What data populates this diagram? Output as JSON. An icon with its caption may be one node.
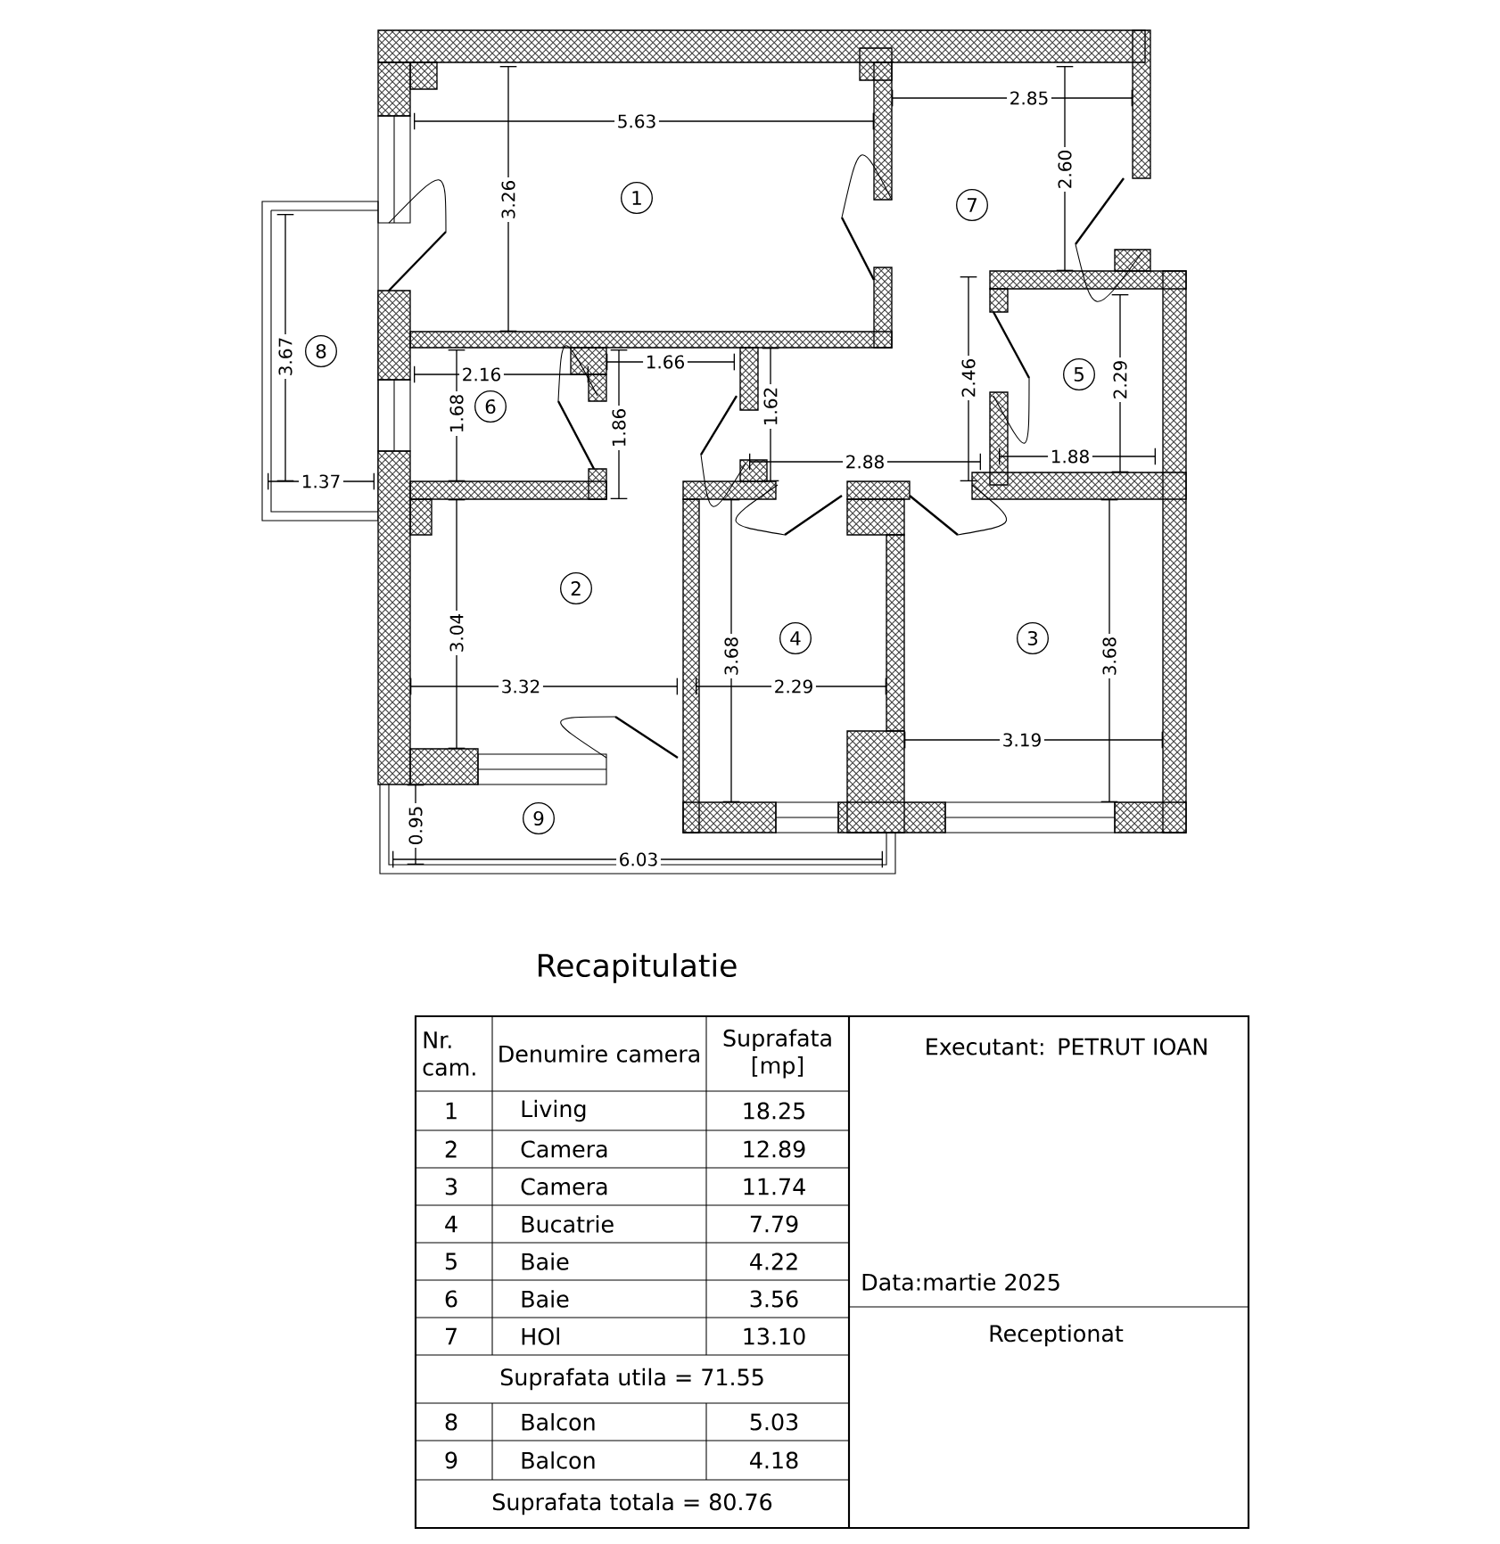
{
  "diagram": {
    "title": "Recapitulatie",
    "nodes": [
      {
        "text": [
          "1"
        ]
      },
      {
        "text": [
          "7"
        ]
      },
      {
        "text": [
          "8"
        ]
      },
      {
        "text": [
          "5"
        ]
      },
      {
        "text": [
          "6"
        ]
      },
      {
        "text": [
          "2"
        ]
      },
      {
        "text": [
          "4"
        ]
      },
      {
        "text": [
          "3"
        ]
      },
      {
        "text": [
          "9"
        ]
      }
    ],
    "labels": [
      "5.63",
      "2.85",
      "3.26",
      "2.60",
      "3.67",
      "2.16",
      "1.66",
      "1.68",
      "1.86",
      "1.62",
      "2.46",
      "2.29",
      "2.88",
      "1.88",
      "1.37",
      "3.04",
      "3.68",
      "3.68",
      "3.32",
      "2.29",
      "3.19",
      "0.95",
      "6.03",
      "Nr. cam.",
      "Denumire camera",
      "Suprafata [mp]",
      "Executant: PETRUT IOAN",
      "1",
      "Living",
      "18.25",
      "2",
      "Camera",
      "12.89",
      "3",
      "Camera",
      "11.74",
      "4",
      "Bucatrie",
      "7.79",
      "5",
      "Baie",
      "4.22",
      "6",
      "Baie",
      "3.56",
      "Data:martie 2025",
      "7",
      "HOl",
      "13.10",
      "Receptionat",
      "Suprafata utila = 71.55",
      "8",
      "Balcon",
      "5.03",
      "9",
      "Balcon",
      "4.18",
      "Suprafata totala = 80.76"
    ]
  }
}
